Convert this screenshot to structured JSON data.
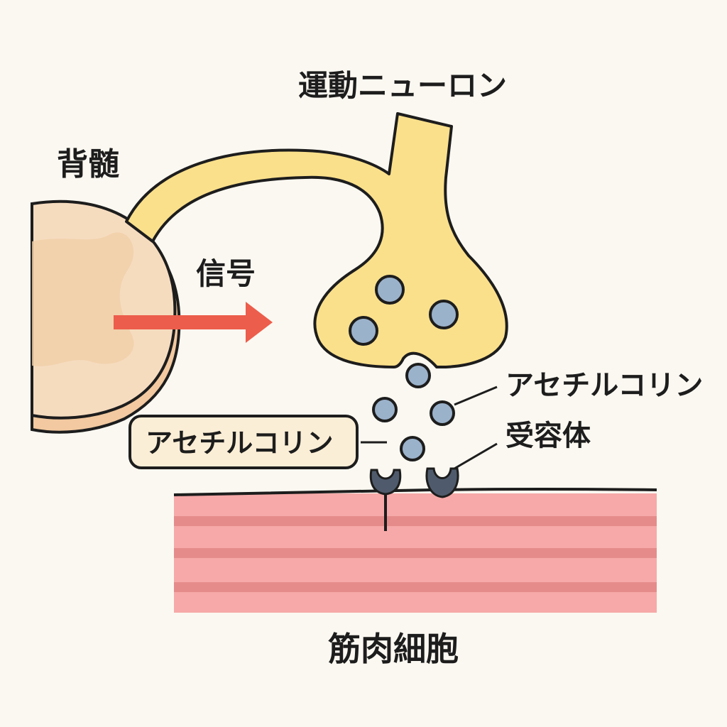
{
  "labels": {
    "spinal_cord": "背髄",
    "motor_neuron": "運動ニューロン",
    "signal": "信号",
    "acetylcholine_right": "アセチルコリン",
    "acetylcholine_box": "アセチルコリン",
    "receptor": "受容体",
    "muscle_cell": "筋肉細胞"
  },
  "colors": {
    "background": "#fbf8f1",
    "spinal_cord": "#f6dcbf",
    "spinal_cord_inner": "#f1cfa9",
    "neuron": "#fbe08b",
    "vesicle": "#9bb2cb",
    "receptor": "#4f5b6c",
    "muscle": "#f6a9a8",
    "muscle_stripe": "#e58c8b",
    "signal_arrow": "#ec5d4b",
    "label_box": "#fbeed6",
    "outline": "#1d1d1d"
  }
}
